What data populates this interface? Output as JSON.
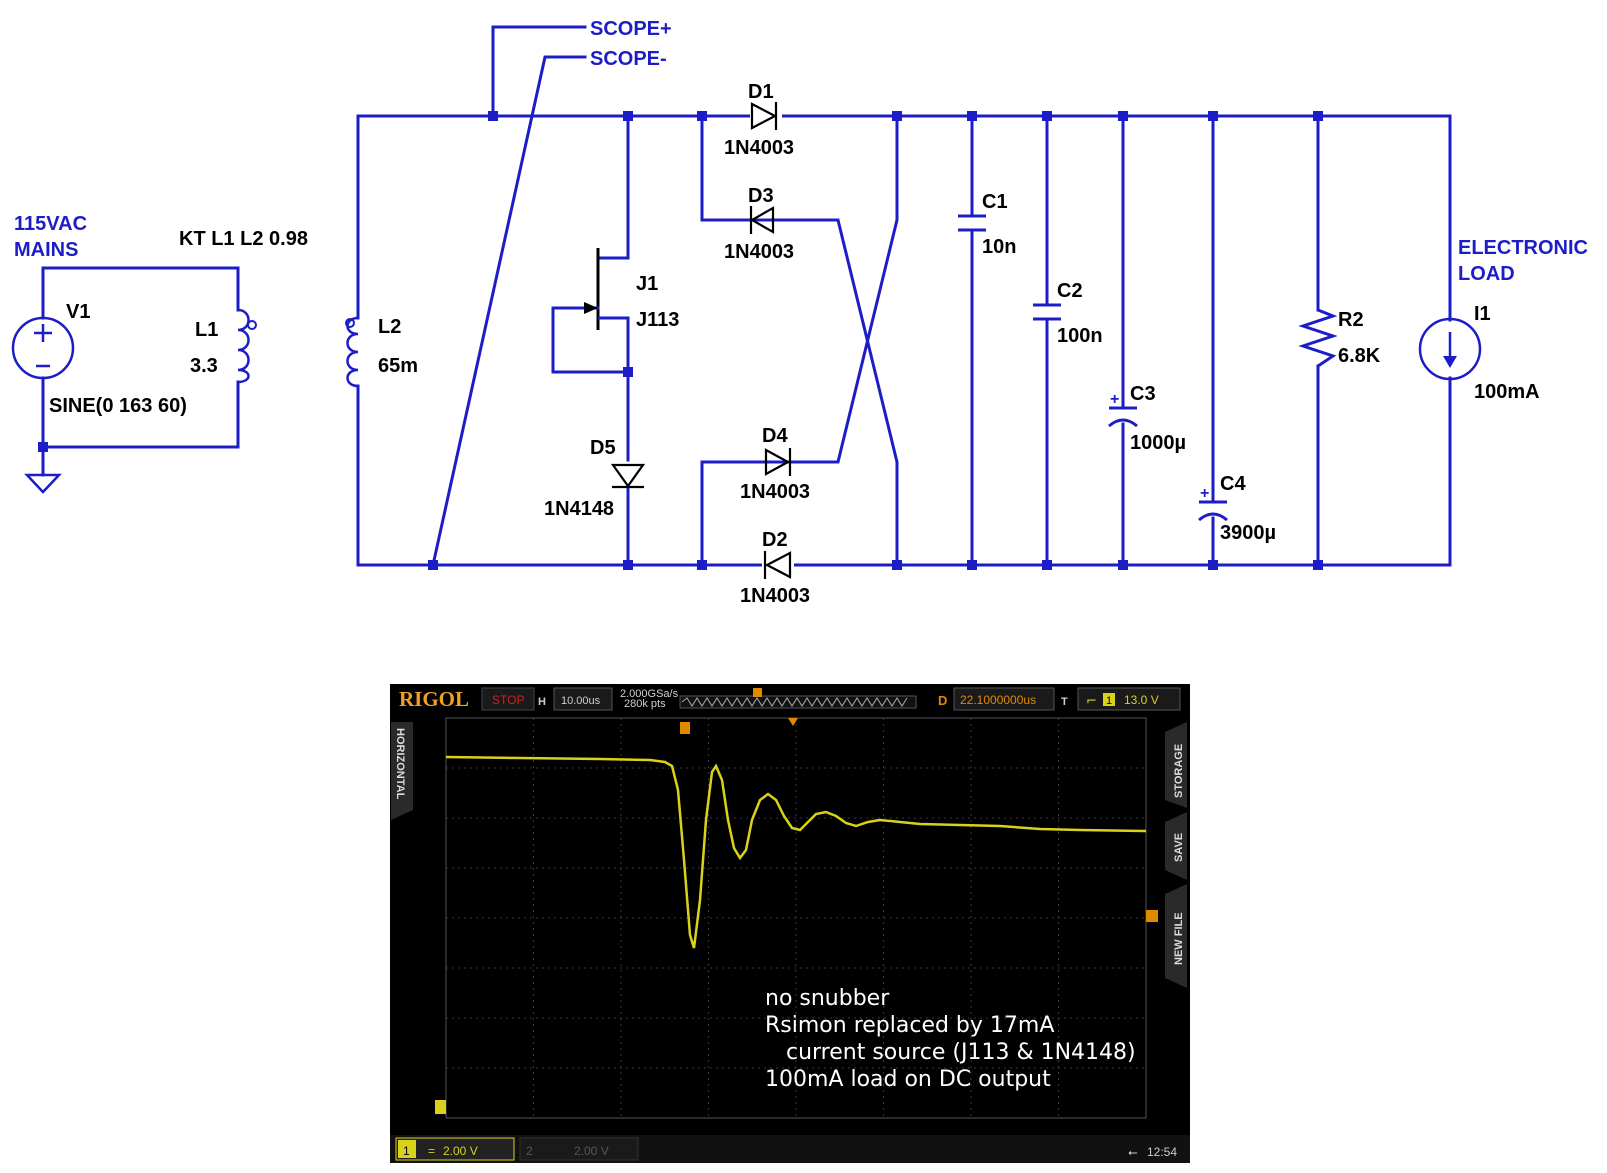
{
  "schematic": {
    "net_scope_plus": "SCOPE+",
    "net_scope_minus": "SCOPE-",
    "mains_line1": "115VAC",
    "mains_line2": "MAINS",
    "coupling": "KT  L1  L2  0.98",
    "electronic_line1": "ELECTRONIC",
    "electronic_line2": "LOAD",
    "components": {
      "V1": {
        "name": "V1",
        "value": "SINE(0 163 60)"
      },
      "L1": {
        "name": "L1",
        "value": "3.3"
      },
      "L2": {
        "name": "L2",
        "value": "65m"
      },
      "J1": {
        "name": "J1",
        "value": "J113"
      },
      "D5": {
        "name": "D5",
        "value": "1N4148"
      },
      "D1": {
        "name": "D1",
        "value": "1N4003"
      },
      "D3": {
        "name": "D3",
        "value": "1N4003"
      },
      "D4": {
        "name": "D4",
        "value": "1N4003"
      },
      "D2": {
        "name": "D2",
        "value": "1N4003"
      },
      "C1": {
        "name": "C1",
        "value": "10n"
      },
      "C2": {
        "name": "C2",
        "value": "100n"
      },
      "C3": {
        "name": "C3",
        "value": "1000µ"
      },
      "C4": {
        "name": "C4",
        "value": "3900µ"
      },
      "R2": {
        "name": "R2",
        "value": "6.8K"
      },
      "I1": {
        "name": "I1",
        "value": "100mA"
      }
    },
    "colors": {
      "wire": "#1d1dc8",
      "text": "#000000"
    }
  },
  "scope": {
    "brand": "RIGOL",
    "run_state": "STOP",
    "h_label": "H",
    "timebase": "10.00us",
    "sample_rate": "2.000GSa/s",
    "points": "280k pts",
    "d_label": "D",
    "delay": "22.1000000us",
    "t_label": "T",
    "trig_channel": "1",
    "trig_level": "13.0 V",
    "left_tab": "HORIZONTAL",
    "right_tabs": [
      "STORAGE",
      "SAVE",
      "NEW FILE"
    ],
    "ch1_num": "1",
    "ch1_scale": "2.00 V",
    "ch2_num": "2",
    "ch2_scale": "2.00 V",
    "clock": "12:54",
    "note_lines": [
      "no snubber",
      "Rsimon replaced by 17mA",
      "   current source (J113 & 1N4148)",
      "100mA load on DC output"
    ],
    "colors": {
      "trace": "#d8d21a",
      "accent": "#e08a00",
      "background": "#000000"
    }
  }
}
